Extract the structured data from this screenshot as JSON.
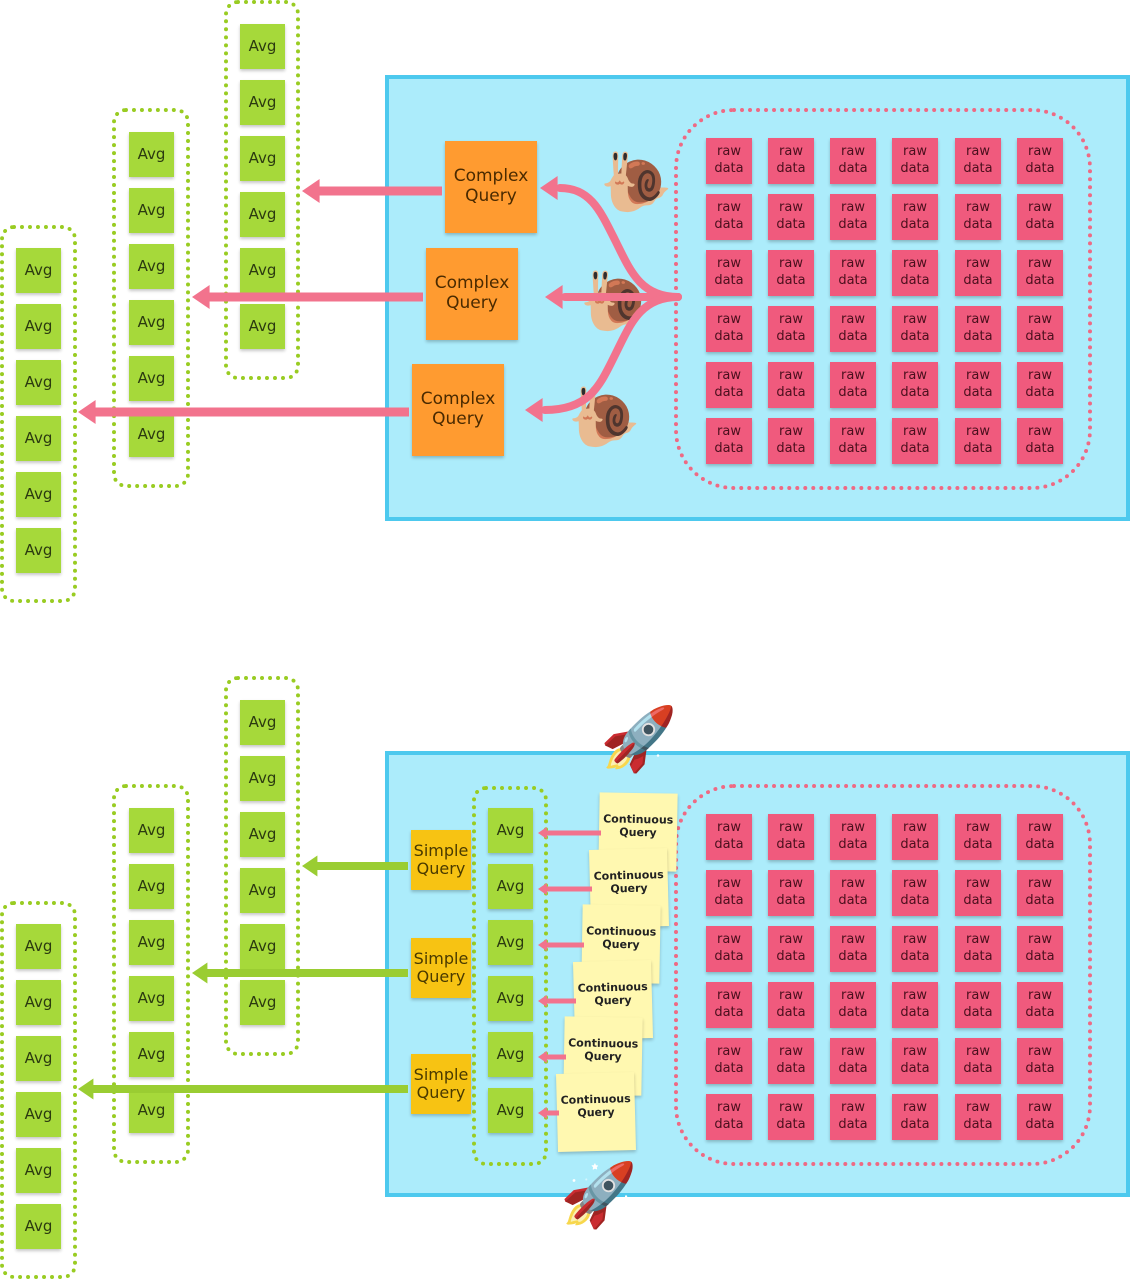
{
  "avg_label": "Avg",
  "raw_label": "raw\ndata",
  "complex_label": "Complex\nQuery",
  "simple_label": "Simple\nQuery",
  "continuous_label": "Continuous\nQuery",
  "slow_icon": "snail-icon",
  "fast_icon": "rocket-icon",
  "colors": {
    "panel": "#acecfb",
    "panel_border": "#4dc9ee",
    "avg_note": "#a6d93a",
    "raw_note": "#f05a7d",
    "complex_note": "#ff9b30",
    "simple_note": "#f7c313",
    "continuous_note": "#fff8b0",
    "slow_arrow": "#f2738d",
    "fast_arrow_in": "#f2738d",
    "fast_arrow_out": "#9acd32"
  }
}
